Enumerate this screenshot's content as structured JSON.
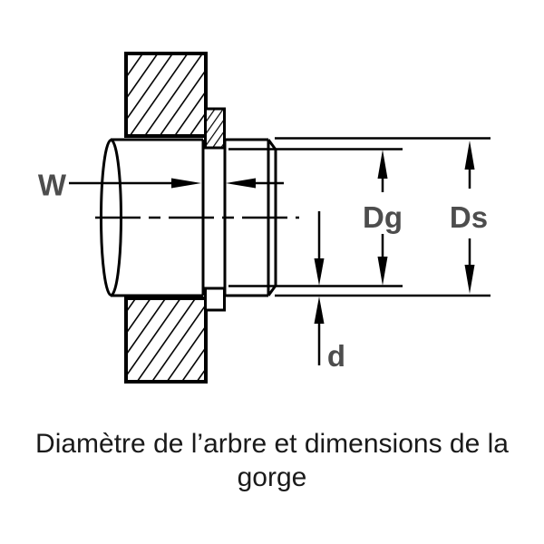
{
  "diagram": {
    "labels": {
      "groove_width": "W",
      "groove_diameter": "Dg",
      "shaft_diameter": "Ds",
      "groove_depth": "d"
    }
  },
  "caption": {
    "line1": "Diamètre de l’arbre et dimensions de la",
    "line2": "gorge"
  },
  "colors": {
    "line": "#000000",
    "label": "#4d4d4d",
    "caption": "#1a1a1a",
    "background": "#ffffff"
  }
}
